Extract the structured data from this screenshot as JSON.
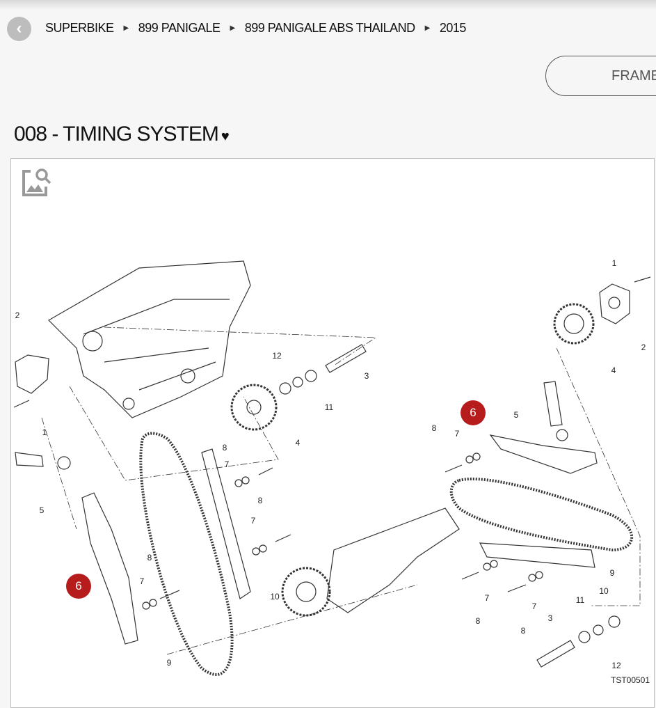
{
  "breadcrumb": [
    "SUPERBIKE",
    "899 PANIGALE",
    "899 PANIGALE ABS THAILAND",
    "2015"
  ],
  "frame_button": "FRAME",
  "page_title": "008 - TIMING SYSTEM",
  "heart": "♥",
  "back": "‹",
  "callouts": [
    "1",
    "2",
    "4",
    "3",
    "12",
    "11",
    "4",
    "2",
    "1",
    "5",
    "8",
    "7",
    "9",
    "8",
    "7",
    "8",
    "7",
    "10",
    "5",
    "8",
    "7",
    "9",
    "10",
    "8",
    "7",
    "7",
    "8",
    "11",
    "3",
    "12"
  ],
  "highlighted_callouts": [
    "6",
    "6"
  ],
  "drawing_code": "TST00501",
  "colors": {
    "highlight": "#b71c1c",
    "background": "#f6f6f6"
  }
}
